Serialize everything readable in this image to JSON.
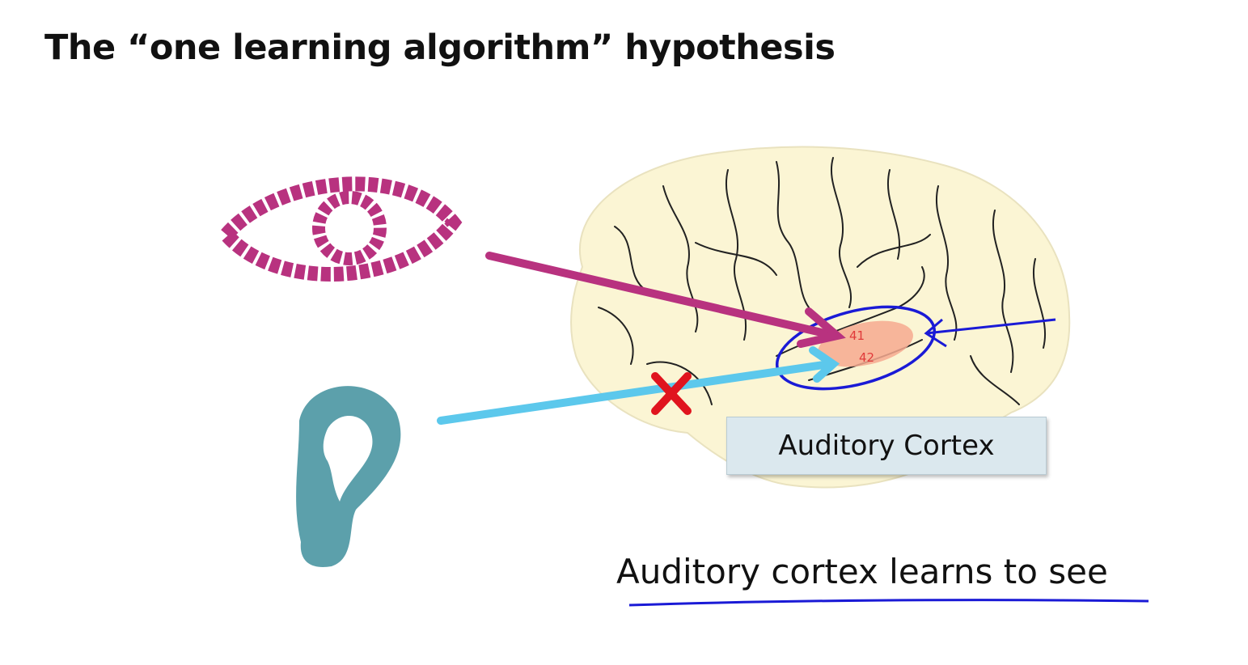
{
  "slide": {
    "title": "The “one learning algorithm” hypothesis",
    "brain_label": "Auditory Cortex",
    "area_numbers": [
      "41",
      "42"
    ],
    "caption": "Auditory cortex learns to see"
  },
  "colors": {
    "eye": "#b8327f",
    "ear": "#3f8f9c",
    "eye_arrow": "#b8327f",
    "ear_arrow": "#5cc8ec",
    "cut_mark": "#e0141e",
    "annotation": "#1a1ad6",
    "brain_fill": "#fbf5d4",
    "cortex_highlight": "#f6a98f"
  }
}
